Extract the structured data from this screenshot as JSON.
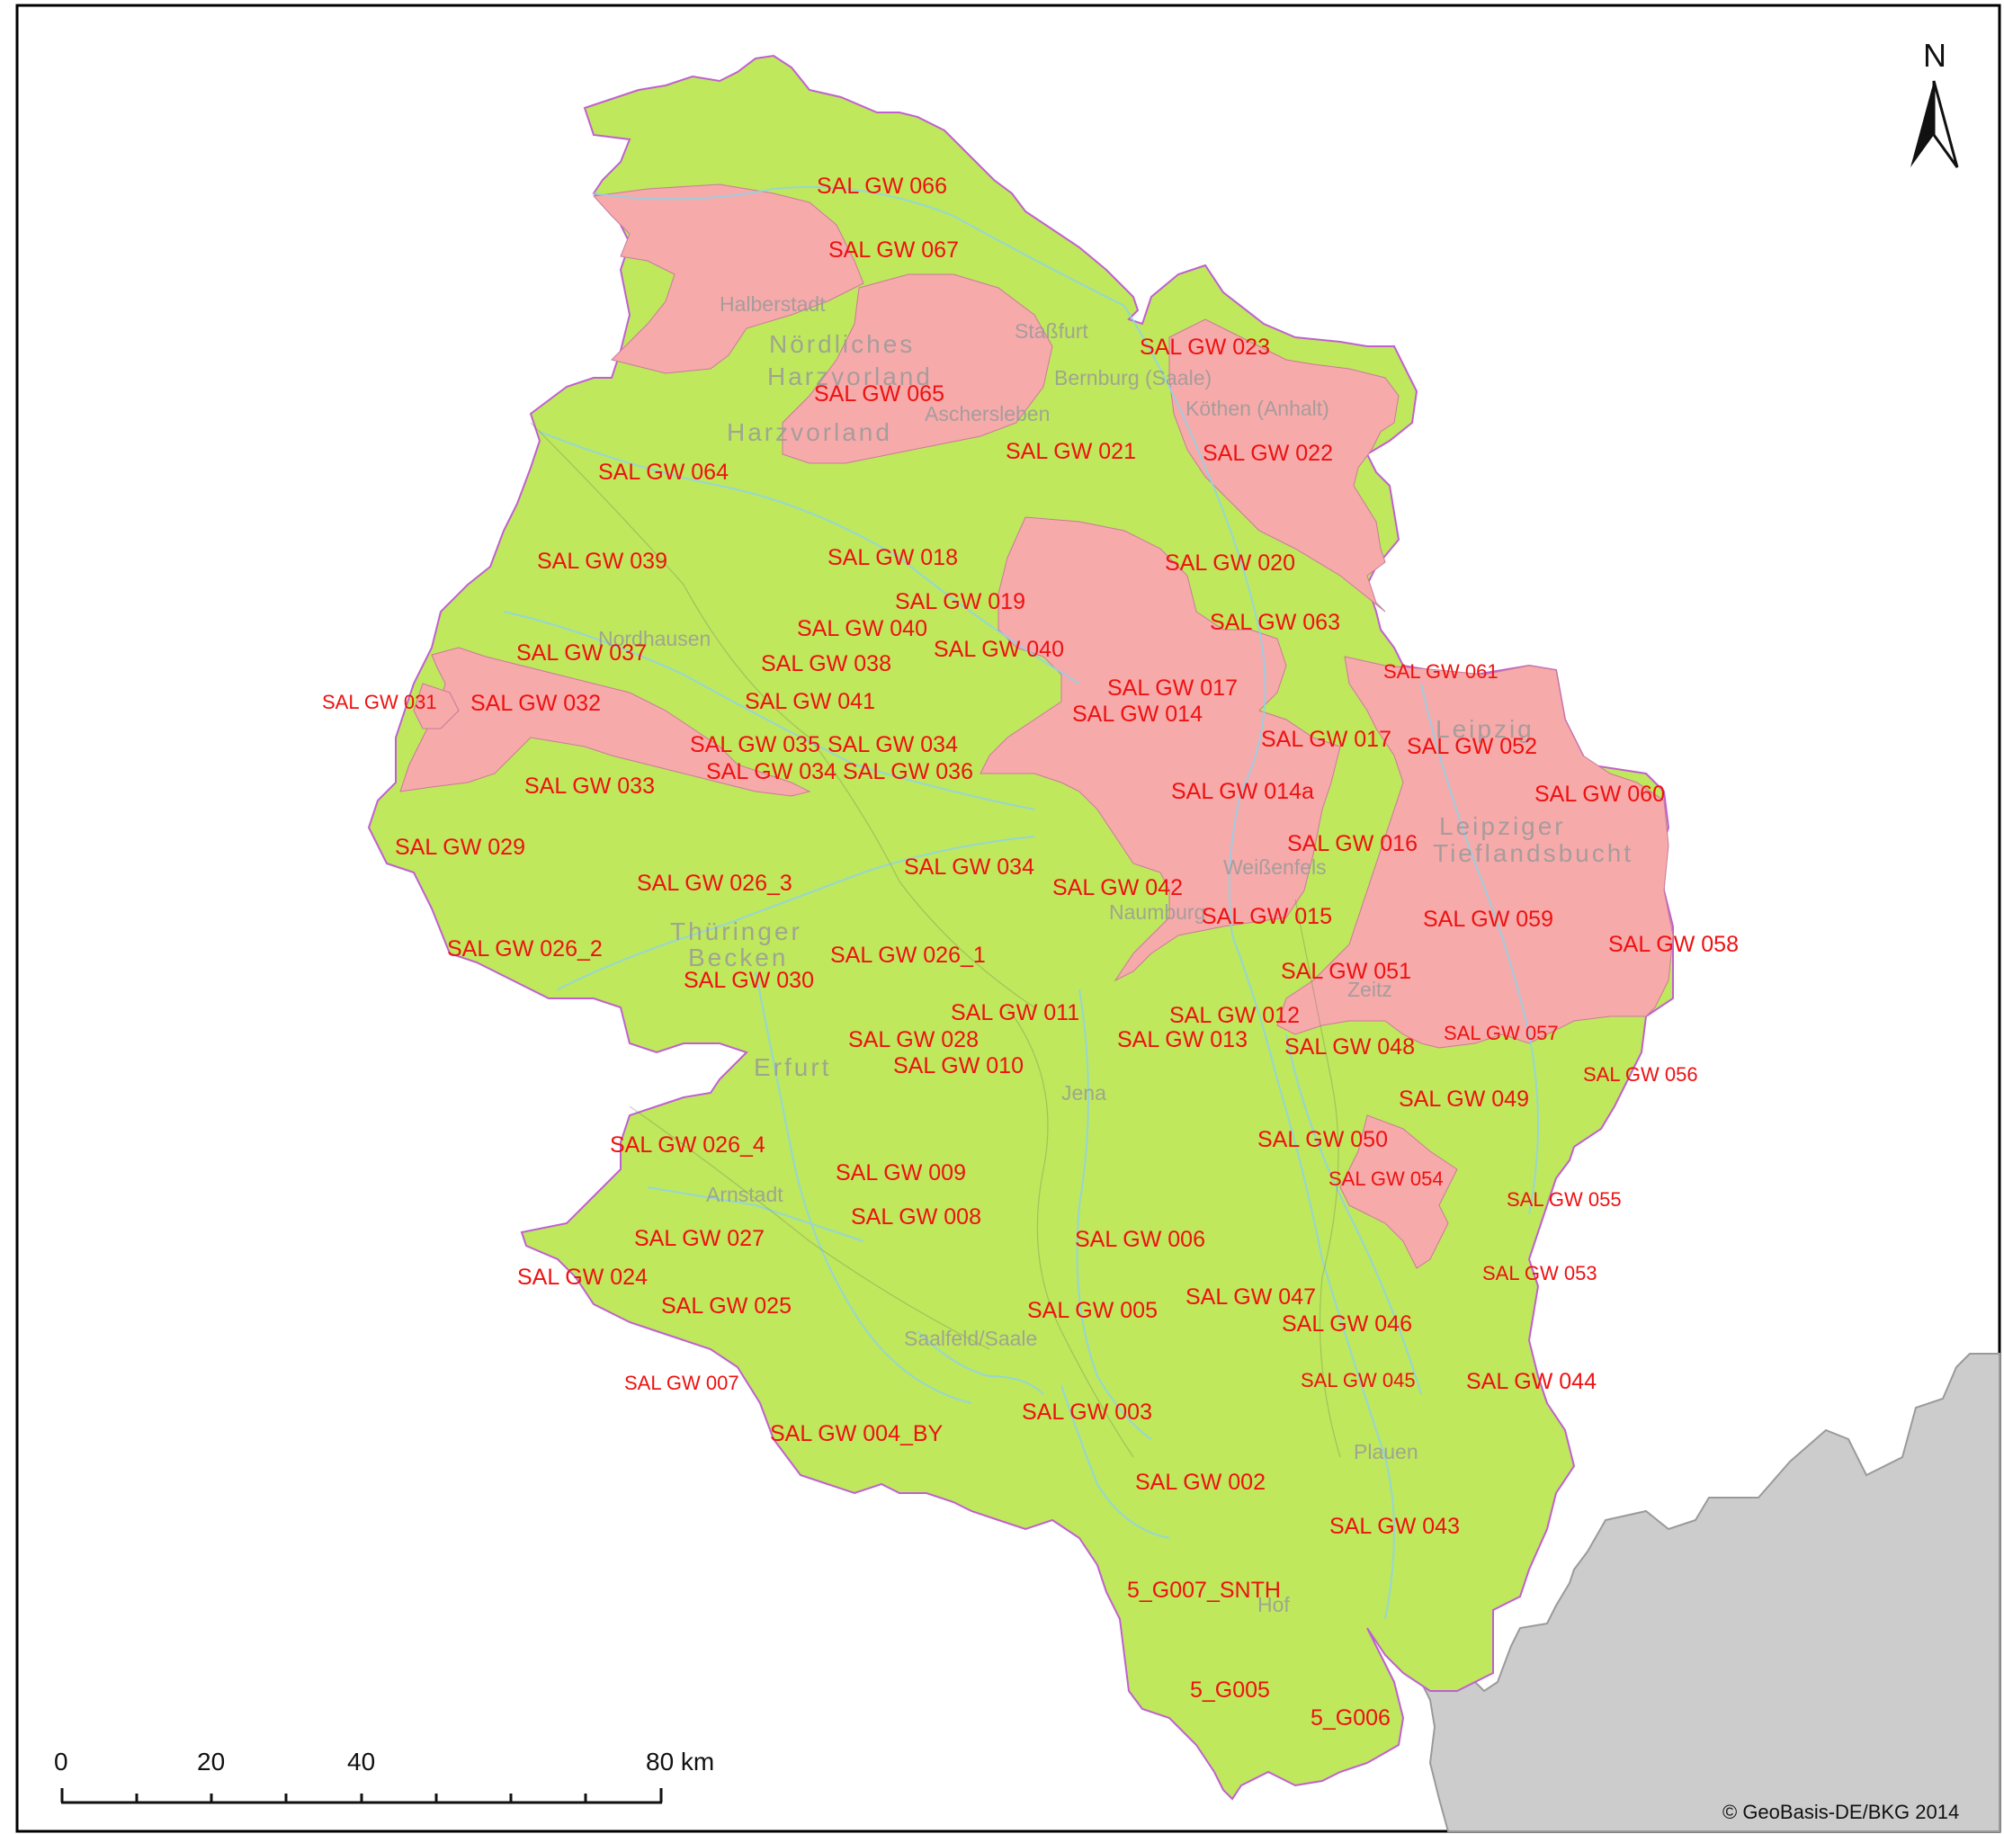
{
  "north_label": "N",
  "copyright": "© GeoBasis-DE/BKG 2014",
  "scale_bar": {
    "labels": [
      "0",
      "20",
      "40",
      "80 km"
    ]
  },
  "colors": {
    "not_at_risk": "#bfe85d",
    "at_risk": "#f7aaaa",
    "neighbor": "#cccccc",
    "label": "#ee1111",
    "border": "#c060d0",
    "river": "#8fd3e8"
  },
  "groundwater_bodies": [
    "SAL GW 066",
    "SAL GW 067",
    "SAL GW 065",
    "SAL GW 023",
    "SAL GW 022",
    "SAL GW 021",
    "SAL GW 064",
    "SAL GW 039",
    "SAL GW 018",
    "SAL GW 020",
    "SAL GW 019",
    "SAL GW 040",
    "SAL GW 063",
    "SAL GW 037",
    "SAL GW 038",
    "SAL GW 040",
    "SAL GW 061",
    "SAL GW 017",
    "SAL GW 031",
    "SAL GW 032",
    "SAL GW 041",
    "SAL GW 014",
    "SAL GW 035",
    "SAL GW 034",
    "SAL GW 017",
    "SAL GW 052",
    "SAL GW 034",
    "SAL GW 036",
    "SAL GW 033",
    "SAL GW 014a",
    "SAL GW 060",
    "SAL GW 029",
    "SAL GW 016",
    "SAL GW 034",
    "SAL GW 026_3",
    "SAL GW 042",
    "SAL GW 059",
    "SAL GW 015",
    "SAL GW 058",
    "SAL GW 026_2",
    "SAL GW 026_1",
    "SAL GW 051",
    "SAL GW 030",
    "SAL GW 011",
    "SAL GW 012",
    "SAL GW 057",
    "SAL GW 028",
    "SAL GW 013",
    "SAL GW 048",
    "SAL GW 010",
    "SAL GW 056",
    "SAL GW 049",
    "SAL GW 050",
    "SAL GW 026_4",
    "SAL GW 009",
    "SAL GW 054",
    "SAL GW 055",
    "SAL GW 008",
    "SAL GW 027",
    "SAL GW 006",
    "SAL GW 024",
    "SAL GW 053",
    "SAL GW 047",
    "SAL GW 025",
    "SAL GW 005",
    "SAL GW 046",
    "SAL GW 007",
    "SAL GW 045",
    "SAL GW 044",
    "SAL GW 003",
    "SAL GW 004_BY",
    "SAL GW 002",
    "SAL GW 043",
    "5_G007_SNTH",
    "5_G005",
    "5_G006"
  ],
  "base_places": [
    "Halberstadt",
    "Nördliches",
    "Harzvorland",
    "Harzvorland",
    "Staßfurt",
    "Bernburg (Saale)",
    "Köthen (Anhalt)",
    "Aschersleben",
    "Nordhausen",
    "Leipzig",
    "Leipziger",
    "Tieflandsbucht",
    "Weißenfels",
    "Naumburg",
    "Zeitz",
    "Thüringer",
    "Becken",
    "Erfurt",
    "Jena",
    "Arnstadt",
    "Saalfeld/Saale",
    "Plauen",
    "Hof"
  ]
}
